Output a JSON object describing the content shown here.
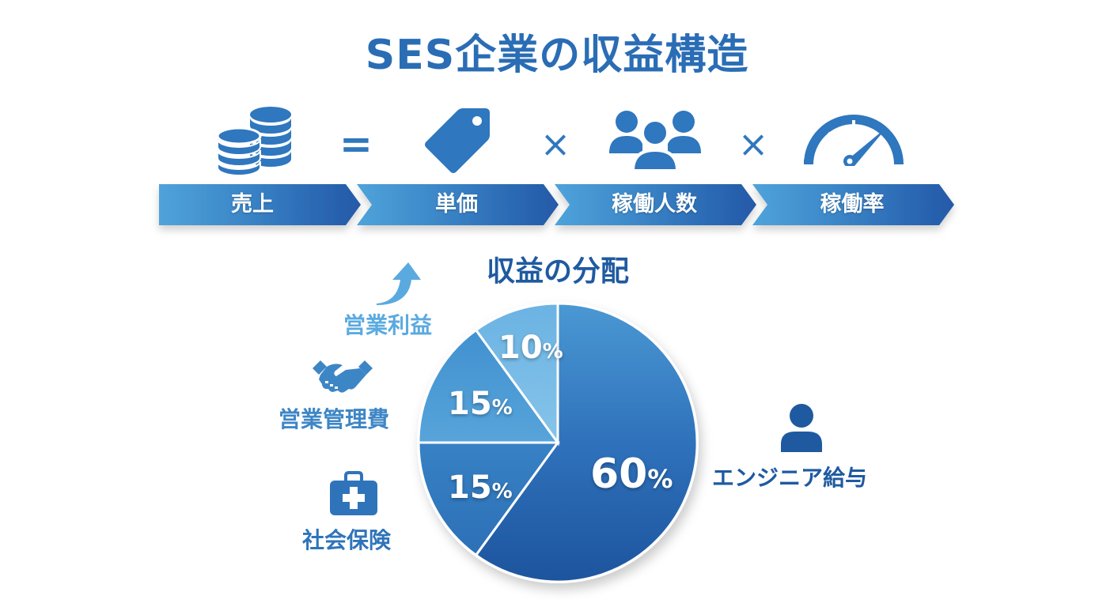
{
  "header": {
    "title": "SES企業の収益構造"
  },
  "formula": {
    "operators": {
      "equals": "=",
      "times_1": "×",
      "times_2": "×"
    },
    "icons": [
      "coins-stack-icon",
      "price-tag-icon",
      "people-group-icon",
      "speedometer-icon"
    ],
    "steps": [
      {
        "label": "売上",
        "color": "#4ea1d8"
      },
      {
        "label": "単価",
        "color": "#3f8ccc"
      },
      {
        "label": "稼働人数",
        "color": "#3273bb"
      },
      {
        "label": "稼働率",
        "color": "#2760ad"
      }
    ]
  },
  "distribution": {
    "title": "収益の分配",
    "legend": [
      {
        "label": "営業利益",
        "icon": "arrow-up-icon",
        "color": "#5aaae0"
      },
      {
        "label": "営業管理費",
        "icon": "handshake-icon",
        "color": "#3d86c6"
      },
      {
        "label": "社会保険",
        "icon": "medical-kit-icon",
        "color": "#2f74ba"
      },
      {
        "label": "エンジニア給与",
        "icon": "person-icon",
        "color": "#1f5aa0"
      }
    ],
    "slices": [
      {
        "label": "エンジニア給与",
        "value": "60",
        "sign": "%"
      },
      {
        "label": "社会保険",
        "value": "15",
        "sign": "%"
      },
      {
        "label": "営業管理費",
        "value": "15",
        "sign": "%"
      },
      {
        "label": "営業利益",
        "value": "10",
        "sign": "%"
      }
    ]
  },
  "chart_data": {
    "type": "pie",
    "title": "収益の分配",
    "categories": [
      "エンジニア給与",
      "社会保険",
      "営業管理費",
      "営業利益"
    ],
    "values": [
      60,
      15,
      15,
      10
    ],
    "unit": "%",
    "colors": [
      "#2463ad",
      "#3279c0",
      "#4a97d2",
      "#7cbde6"
    ],
    "start_angle": "12 o'clock, clockwise",
    "formula": {
      "result": "売上",
      "factors": [
        "単価",
        "稼働人数",
        "稼働率"
      ],
      "expression": "売上 = 単価 × 稼働人数 × 稼働率"
    },
    "legend_position": "left and right of pie"
  }
}
